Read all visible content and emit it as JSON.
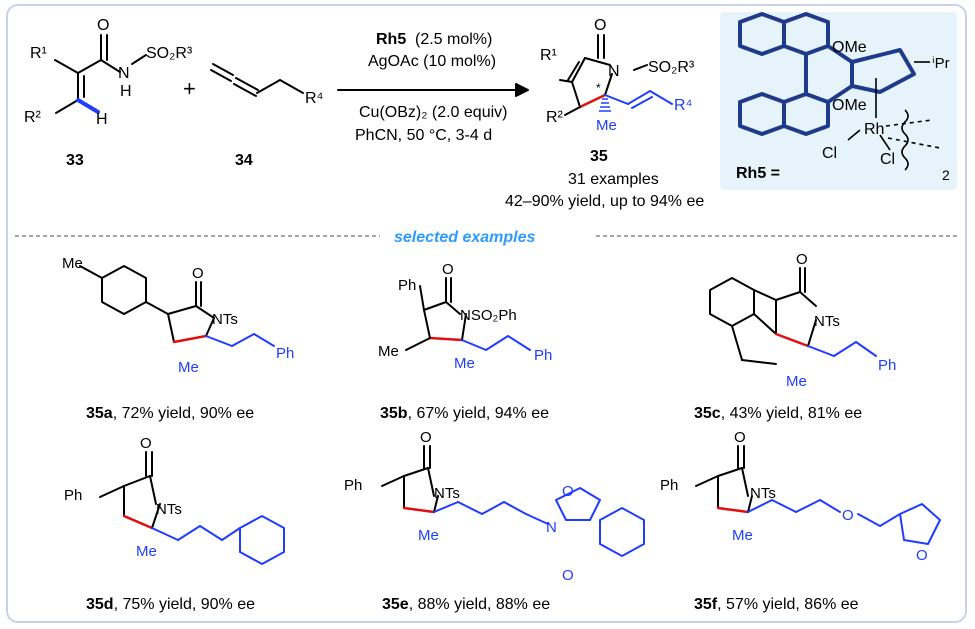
{
  "scheme": {
    "compounds": {
      "c33": "33",
      "c34": "34",
      "c35": "35"
    },
    "plus_sign": "+",
    "conditions": {
      "catalyst_name": "Rh5",
      "catalyst_loading": "(2.5 mol%)",
      "additive": "AgOAc (10 mol%)",
      "oxidant": "Cu(OBz)₂ (2.0 equiv)",
      "solvent_temp_time": "PhCN, 50 °C, 3-4 d"
    },
    "scope_count": "31 examples",
    "scope_summary": "42–90% yield, up to 94% ee",
    "rh5_label": "Rh5 =",
    "atom_labels": {
      "r1": "R¹",
      "r2": "R²",
      "r3": "R³",
      "r4": "R⁴",
      "h": "H",
      "o": "O",
      "n": "N",
      "nh": "H",
      "so2r3": "SO₂R³",
      "me": "Me",
      "ome": "OMe",
      "ipr": "ⁱPr",
      "rh": "Rh",
      "cl": "Cl",
      "dimer_sub": "2",
      "star": "*"
    }
  },
  "section_header": "selected examples",
  "examples": [
    {
      "id": "35a",
      "result": ", 72% yield, 90% ee",
      "substituent": "4-MeC6H4",
      "n_group": "NTs",
      "tail": "Ph"
    },
    {
      "id": "35b",
      "result": ", 67% yield, 94% ee",
      "substituent": "Ph",
      "n_group": "NSO₂Ph",
      "tail": "Ph"
    },
    {
      "id": "35c",
      "result": ", 43% yield, 81% ee",
      "substituent": "fused tetralin",
      "n_group": "NTs",
      "tail": "Ph"
    },
    {
      "id": "35d",
      "result": ", 75% yield, 90% ee",
      "substituent": "Ph",
      "n_group": "NTs",
      "tail": "benzyl"
    },
    {
      "id": "35e",
      "result": ", 88% yield, 88% ee",
      "substituent": "Ph",
      "n_group": "NTs",
      "tail": "phthalimide"
    },
    {
      "id": "35f",
      "result": ", 57% yield, 86% ee",
      "substituent": "Ph",
      "n_group": "NTs",
      "tail": "furfuryl ether"
    }
  ],
  "example_atom_text": {
    "me": "Me",
    "ph": "Ph",
    "nts": "NTs",
    "nso2ph": "NSO₂Ph",
    "o": "O",
    "n": "N"
  },
  "colors": {
    "blue_bonds": "#1f3dff",
    "red_bonds": "#e01010",
    "ligand_blue": "#1e3a8a",
    "rh5_bg": "#e6f3fb",
    "header_blue": "#2f9bff",
    "frame": "#c9d0ea",
    "divider": "#888888"
  }
}
